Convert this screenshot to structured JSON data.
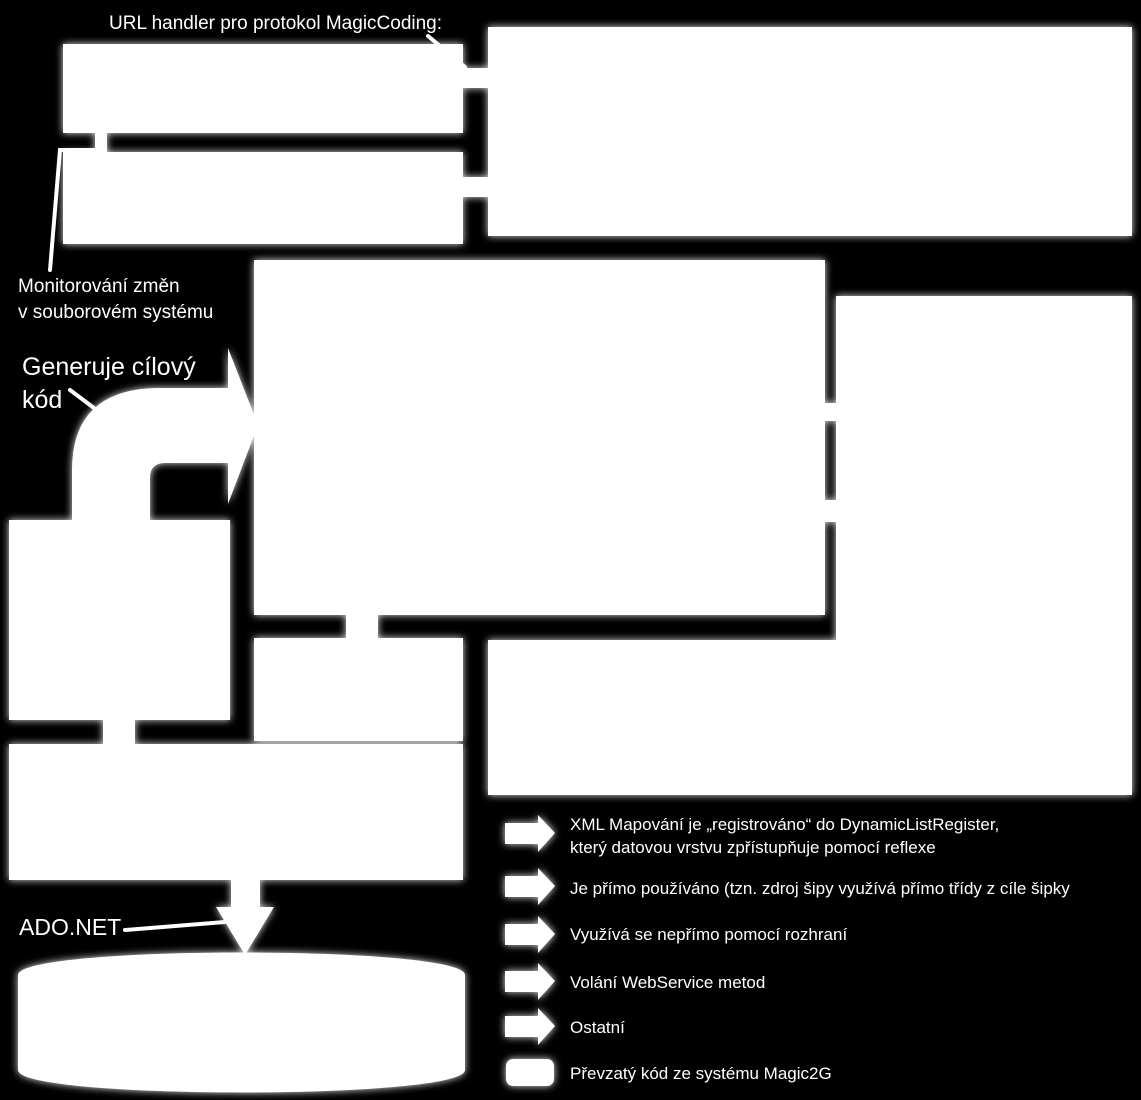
{
  "colors": {
    "background": "#000000",
    "box": "#ffffff",
    "glow": "#ffffff"
  },
  "labels": {
    "url_handler": "URL handler pro protokol MagicCoding:",
    "monitoring_line1": "Monitorování změn",
    "monitoring_line2": "v souborovém systému",
    "generates_line1": "Generuje cílový",
    "generates_line2": "kód",
    "ado_net": "ADO.NET"
  },
  "legend": {
    "items": [
      {
        "icon": "arrow-xml-mapping-icon",
        "line1": "XML Mapování je „registrováno“ do DynamicListRegister,",
        "line2": "který datovou vrstvu zpřístupňuje pomocí reflexe"
      },
      {
        "icon": "arrow-direct-use-icon",
        "line1": "Je přímo používáno (tzn. zdroj šipy využívá přímo třídy z cíle šipky"
      },
      {
        "icon": "arrow-indirect-use-icon",
        "line1": "Využívá se nepřímo pomocí rozhraní"
      },
      {
        "icon": "arrow-webservice-icon",
        "line1": "Volání WebService metod"
      },
      {
        "icon": "arrow-other-icon",
        "line1": "Ostatní"
      },
      {
        "icon": "magic2g-code-box-icon",
        "line1": "Převzatý kód ze systému Magic2G"
      }
    ]
  }
}
